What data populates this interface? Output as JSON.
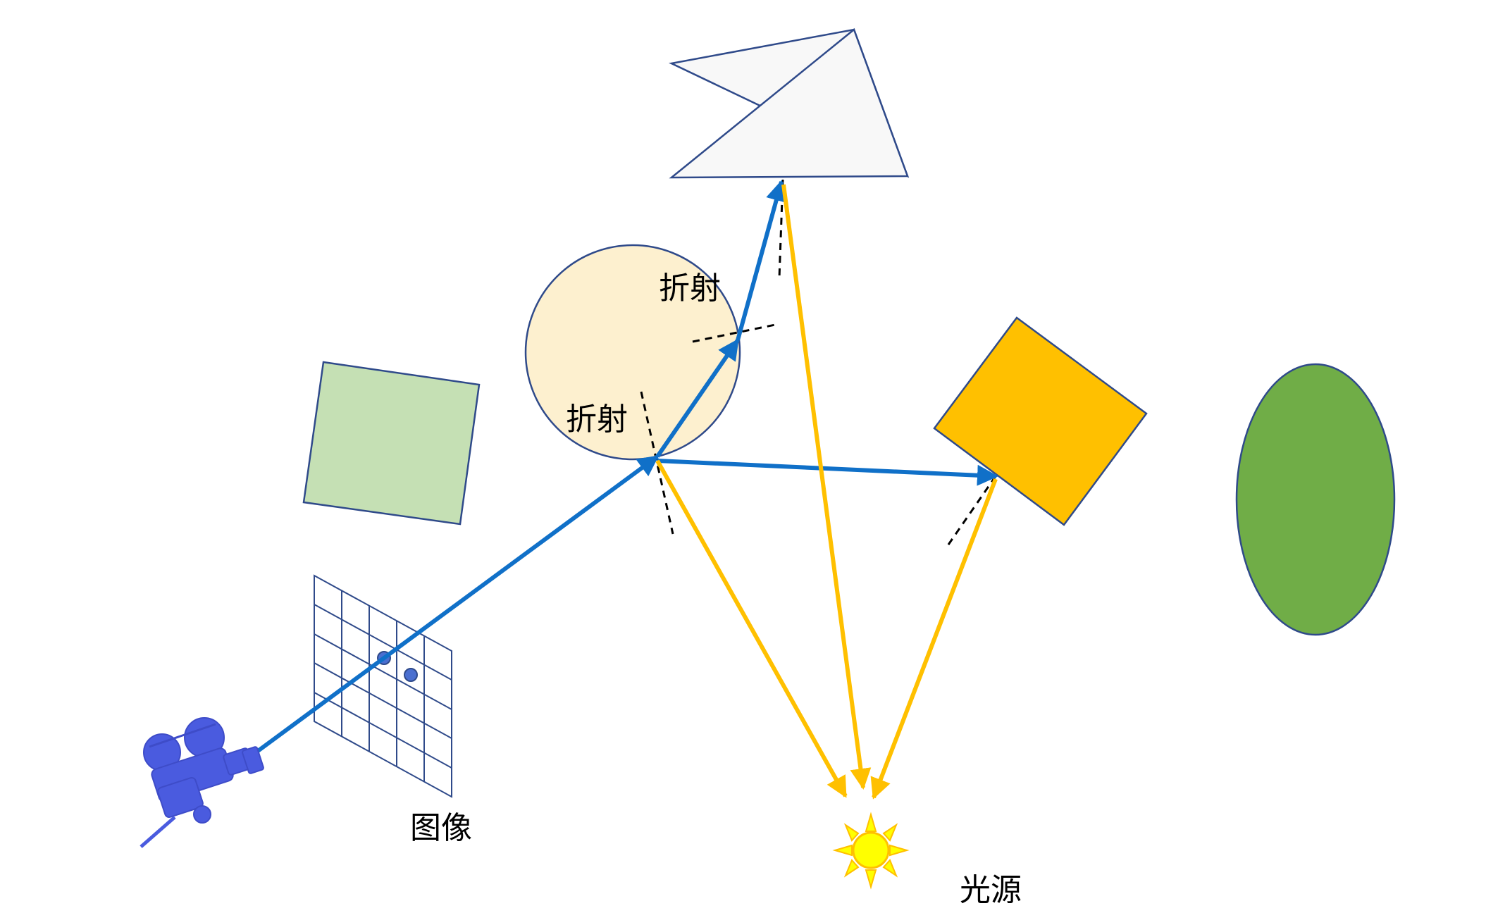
{
  "labels": {
    "refraction_1": "折射",
    "refraction_2": "折射",
    "image": "图像",
    "light_source": "光源"
  },
  "icons": {
    "camera": "movie-camera-icon",
    "sun": "sun-icon"
  },
  "colors": {
    "background": "#ffffff",
    "camera_ray": "#1070c8",
    "shadow_ray": "#ffc000",
    "triangle_fill": "#f8f8f8",
    "circle_fill": "#fdf0cf",
    "green_square_fill": "#c5e0b4",
    "orange_square_fill": "#ffc000",
    "ellipse_fill": "#70ad47",
    "outline": "#2f4a8a",
    "camera": "#4a5bdf",
    "sun": "#ffff00"
  }
}
